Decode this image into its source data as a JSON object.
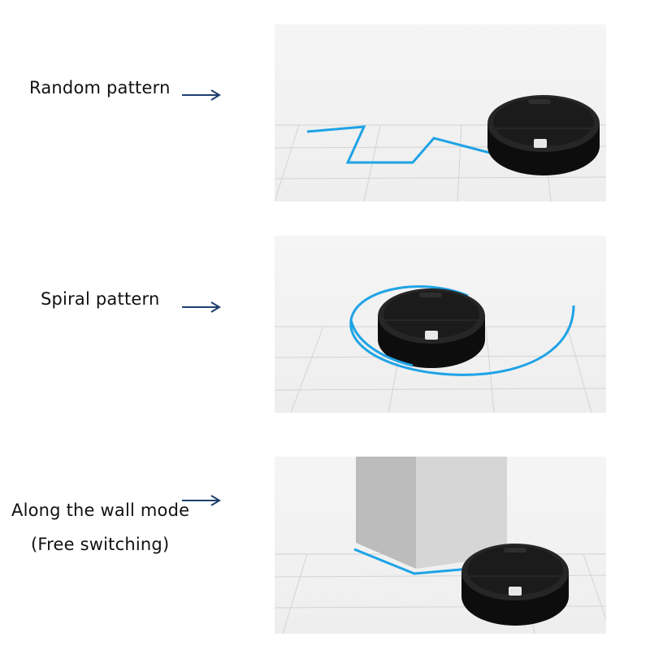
{
  "modes": [
    {
      "label": "Random pattern"
    },
    {
      "label": "Spiral pattern"
    },
    {
      "label": "Along the wall mode",
      "sublabel": "(Free switching)"
    }
  ],
  "colors": {
    "path": "#1ea3e6",
    "arrow": "#1f3f6e",
    "robot": "#161616",
    "panel_bg": "#f1f1f1",
    "grid": "#d3d3d3",
    "wall_left": "#bdbcbd",
    "wall_right": "#d7d6d7"
  },
  "icons": {
    "arrow": "right-arrow-icon",
    "robot": "robot-vacuum-icon",
    "power": "power-icon"
  }
}
